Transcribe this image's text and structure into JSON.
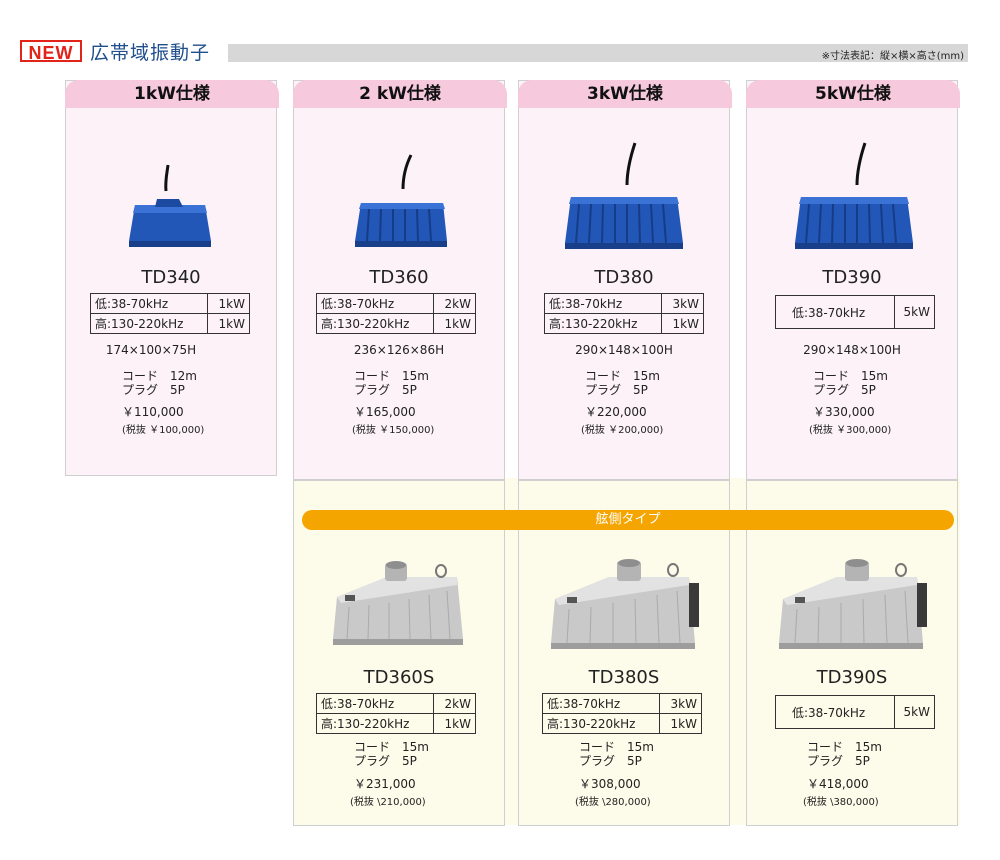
{
  "header": {
    "badge": "NEW",
    "title": "広帯域振動子",
    "note": "※寸法表記：縦×横×高さ(mm)"
  },
  "upper": [
    {
      "spec": "1kW仕様",
      "model": "TD340",
      "rows": [
        [
          "低:38-70kHz",
          "1kW"
        ],
        [
          "高:130-220kHz",
          "1kW"
        ]
      ],
      "dims": "174×100×75H",
      "cord": "コード　12m",
      "plug": "プラグ　5P",
      "price": "￥110,000",
      "tax": "(税抜 ￥100,000)"
    },
    {
      "spec": "2 kW仕様",
      "model": "TD360",
      "rows": [
        [
          "低:38-70kHz",
          "2kW"
        ],
        [
          "高:130-220kHz",
          "1kW"
        ]
      ],
      "dims": "236×126×86H",
      "cord": "コード　15m",
      "plug": "プラグ　5P",
      "price": "￥165,000",
      "tax": "(税抜 ￥150,000)"
    },
    {
      "spec": "3kW仕様",
      "model": "TD380",
      "rows": [
        [
          "低:38-70kHz",
          "3kW"
        ],
        [
          "高:130-220kHz",
          "1kW"
        ]
      ],
      "dims": "290×148×100H",
      "cord": "コード　15m",
      "plug": "プラグ　5P",
      "price": "￥220,000",
      "tax": "(税抜 ￥200,000)"
    },
    {
      "spec": "5kW仕様",
      "model": "TD390",
      "rows": [
        [
          "低:38-70kHz",
          "5kW"
        ]
      ],
      "dims": "290×148×100H",
      "cord": "コード　15m",
      "plug": "プラグ　5P",
      "price": "￥330,000",
      "tax": "(税抜 ￥300,000)"
    }
  ],
  "side_type_label": "舷側タイプ",
  "lower": [
    {
      "model": "TD360S",
      "rows": [
        [
          "低:38-70kHz",
          "2kW"
        ],
        [
          "高:130-220kHz",
          "1kW"
        ]
      ],
      "cord": "コード　15m",
      "plug": "プラグ　5P",
      "price": "￥231,000",
      "tax": "(税抜 \\210,000)"
    },
    {
      "model": "TD380S",
      "rows": [
        [
          "低:38-70kHz",
          "3kW"
        ],
        [
          "高:130-220kHz",
          "1kW"
        ]
      ],
      "cord": "コード　15m",
      "plug": "プラグ　5P",
      "price": "￥308,000",
      "tax": "(税抜 \\280,000)"
    },
    {
      "model": "TD390S",
      "rows": [
        [
          "低:38-70kHz",
          "5kW"
        ]
      ],
      "cord": "コード　15m",
      "plug": "プラグ　5P",
      "price": "￥418,000",
      "tax": "(税抜 \\380,000)"
    }
  ],
  "colors": {
    "new_red": "#e2231a",
    "title_blue": "#1f4e8c",
    "pink_head": "#f7c9dd",
    "pink_bg": "#fcf2f7",
    "yellow_bg": "#fdfbe9",
    "orange": "#f5a500",
    "transducer_blue": "#2257b8",
    "steel": "#c9c9c9"
  }
}
